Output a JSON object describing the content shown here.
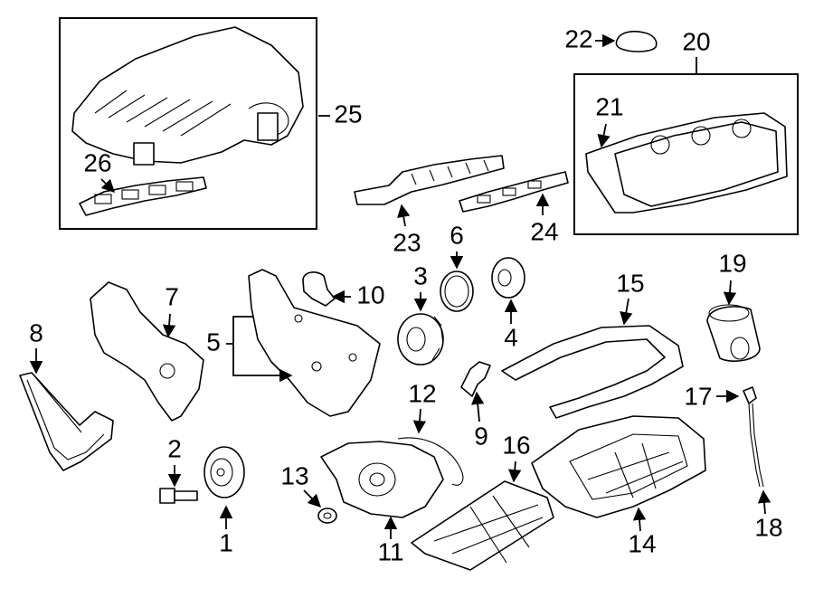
{
  "callouts": {
    "c1": "1",
    "c2": "2",
    "c3": "3",
    "c4": "4",
    "c5": "5",
    "c6": "6",
    "c7": "7",
    "c8": "8",
    "c9": "9",
    "c10": "10",
    "c11": "11",
    "c12": "12",
    "c13": "13",
    "c14": "14",
    "c15": "15",
    "c16": "16",
    "c17": "17",
    "c18": "18",
    "c19": "19",
    "c20": "20",
    "c21": "21",
    "c22": "22",
    "c23": "23",
    "c24": "24",
    "c25": "25",
    "c26": "26"
  },
  "style": {
    "line_color": "#000000",
    "background": "#ffffff"
  }
}
